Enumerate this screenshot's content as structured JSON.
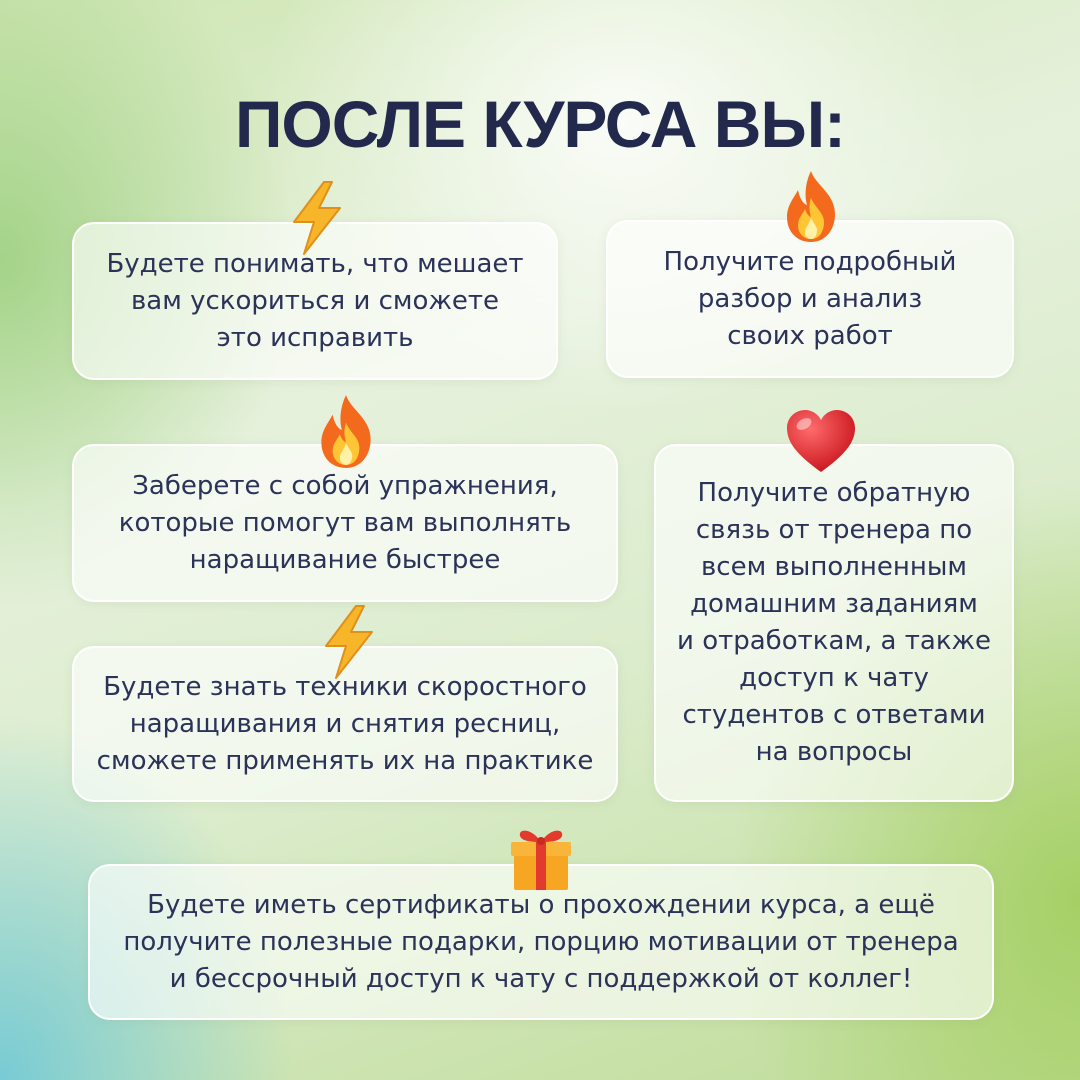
{
  "title": "ПОСЛЕ КУРСА ВЫ:",
  "cards": [
    {
      "icon": "lightning-icon",
      "text": "Будете понимать, что мешает\nвам ускориться и сможете\nэто исправить"
    },
    {
      "icon": "fire-icon",
      "text": "Получите подробный\nразбор и анализ\nсвоих работ"
    },
    {
      "icon": "fire-icon",
      "text": "Заберете с собой упражнения,\nкоторые помогут вам выполнять\nнаращивание быстрее"
    },
    {
      "icon": "lightning-icon",
      "text": "Будете знать техники скоростного\nнаращивания и снятия ресниц,\nсможете применять их на практике"
    },
    {
      "icon": "heart-icon",
      "text": "Получите обратную\nсвязь от тренера по\nвсем выполненным\nдомашним заданиям\nи отработкам, а также\nдоступ к чату\nстудентов с ответами\nна вопросы"
    },
    {
      "icon": "gift-icon",
      "text": "Будете иметь сертификаты о прохождении курса, а ещё\nполучите полезные подарки, порцию мотивации от тренера\nи бессрочный доступ к чату с поддержкой от коллег!"
    }
  ],
  "colors": {
    "title": "#23294c",
    "text": "#2c3359",
    "lightning": "#f7b52a",
    "fire": "#f36a1f",
    "heart": "#e0262b",
    "gift_box": "#f6a623",
    "gift_ribbon": "#e23a2c"
  }
}
